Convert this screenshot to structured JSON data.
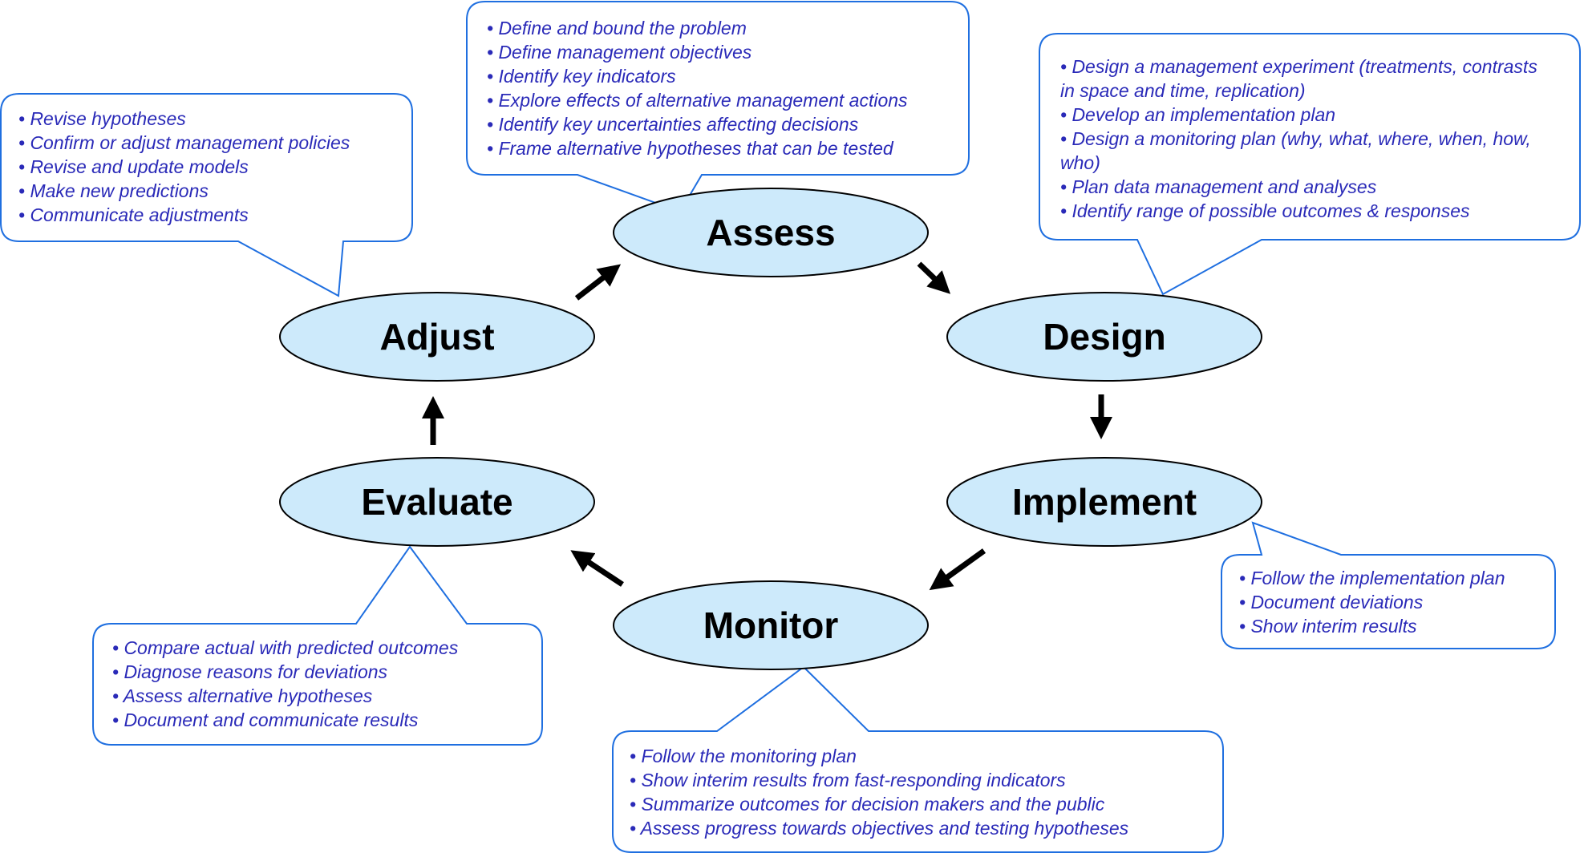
{
  "colors": {
    "node_fill": "#cdeafb",
    "node_stroke": "#000000",
    "callout_stroke": "#1f6fe0",
    "callout_text": "#2a2ab8",
    "arrow": "#000000"
  },
  "nodes": {
    "assess": "Assess",
    "design": "Design",
    "implement": "Implement",
    "monitor": "Monitor",
    "evaluate": "Evaluate",
    "adjust": "Adjust"
  },
  "callouts": {
    "assess": [
      "• Define and bound the problem",
      "• Define management objectives",
      "• Identify key indicators",
      "• Explore effects of alternative management actions",
      "• Identify key uncertainties affecting decisions",
      "• Frame alternative hypotheses that can be tested"
    ],
    "design": [
      "• Design a management experiment (treatments, contrasts in space and time, replication)",
      "• Develop an implementation plan",
      "• Design a monitoring plan (why, what, where, when, how, who)",
      "• Plan data management and analyses",
      "• Identify range of possible outcomes & responses"
    ],
    "implement": [
      "• Follow the implementation plan",
      "• Document deviations",
      "• Show interim results"
    ],
    "monitor": [
      "• Follow the monitoring plan",
      "• Show interim results from fast-responding indicators",
      "• Summarize outcomes for decision makers and the public",
      "• Assess progress towards objectives and testing hypotheses"
    ],
    "evaluate": [
      "• Compare actual with predicted outcomes",
      "• Diagnose reasons for deviations",
      "• Assess alternative hypotheses",
      "• Document and communicate results"
    ],
    "adjust": [
      "• Revise hypotheses",
      "• Confirm or adjust management policies",
      "• Revise and update models",
      "• Make new predictions",
      "• Communicate adjustments"
    ]
  }
}
